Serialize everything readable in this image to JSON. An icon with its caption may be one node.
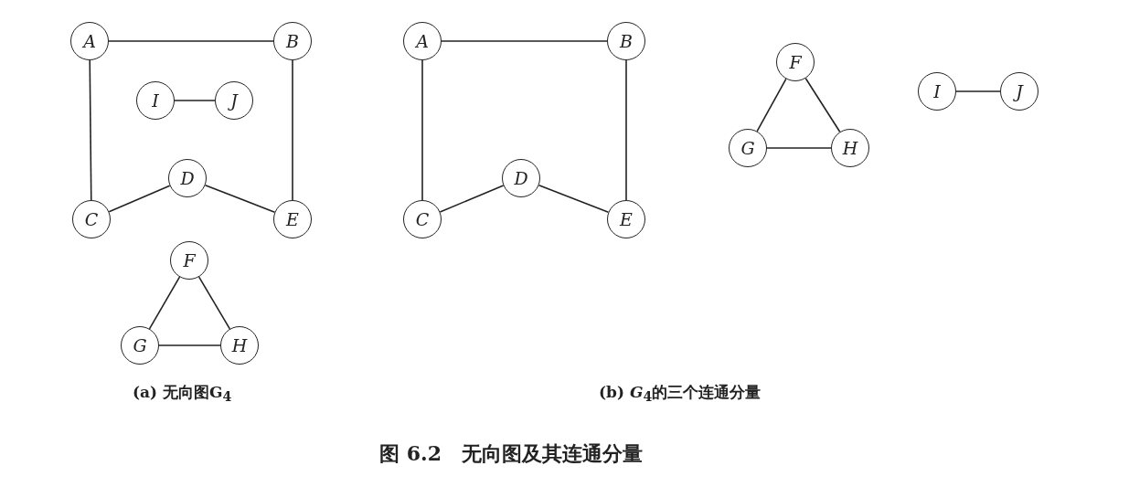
{
  "diagram": {
    "caption": "图 6.2　无向图及其连通分量",
    "nodes": [
      {
        "text": [
          "A"
        ]
      },
      {
        "text": [
          "B"
        ]
      },
      {
        "text": [
          "I"
        ]
      },
      {
        "text": [
          "J"
        ]
      },
      {
        "text": [
          "D"
        ]
      },
      {
        "text": [
          "C"
        ]
      },
      {
        "text": [
          "E"
        ]
      },
      {
        "text": [
          "F"
        ]
      },
      {
        "text": [
          "G"
        ]
      },
      {
        "text": [
          "H"
        ]
      },
      {
        "text": [
          "A"
        ]
      },
      {
        "text": [
          "B"
        ]
      },
      {
        "text": [
          "D"
        ]
      },
      {
        "text": [
          "C"
        ]
      },
      {
        "text": [
          "E"
        ]
      },
      {
        "text": [
          "F"
        ]
      },
      {
        "text": [
          "G"
        ]
      },
      {
        "text": [
          "H"
        ]
      },
      {
        "text": [
          "I"
        ]
      },
      {
        "text": [
          "J"
        ]
      }
    ],
    "edges": [
      {
        "from": 0,
        "to": 1,
        "arrow": "none"
      },
      {
        "from": 0,
        "to": 5,
        "arrow": "none"
      },
      {
        "from": 1,
        "to": 6,
        "arrow": "none"
      },
      {
        "from": 2,
        "to": 3,
        "arrow": "none"
      },
      {
        "from": 5,
        "to": 4,
        "arrow": "none"
      },
      {
        "from": 4,
        "to": 6,
        "arrow": "none"
      },
      {
        "from": 7,
        "to": 8,
        "arrow": "none"
      },
      {
        "from": 7,
        "to": 9,
        "arrow": "none"
      },
      {
        "from": 8,
        "to": 9,
        "arrow": "none"
      },
      {
        "from": 10,
        "to": 11,
        "arrow": "none"
      },
      {
        "from": 10,
        "to": 13,
        "arrow": "none"
      },
      {
        "from": 11,
        "to": 14,
        "arrow": "none"
      },
      {
        "from": 13,
        "to": 12,
        "arrow": "none"
      },
      {
        "from": 12,
        "to": 14,
        "arrow": "none"
      },
      {
        "from": 15,
        "to": 16,
        "arrow": "none"
      },
      {
        "from": 15,
        "to": 17,
        "arrow": "none"
      },
      {
        "from": 16,
        "to": 17,
        "arrow": "none"
      },
      {
        "from": 18,
        "to": 19,
        "arrow": "none"
      }
    ],
    "labels": [
      "(a) 无向图G$_{4}$",
      "(b) *G*$_{4}$的三个连通分量"
    ]
  }
}
